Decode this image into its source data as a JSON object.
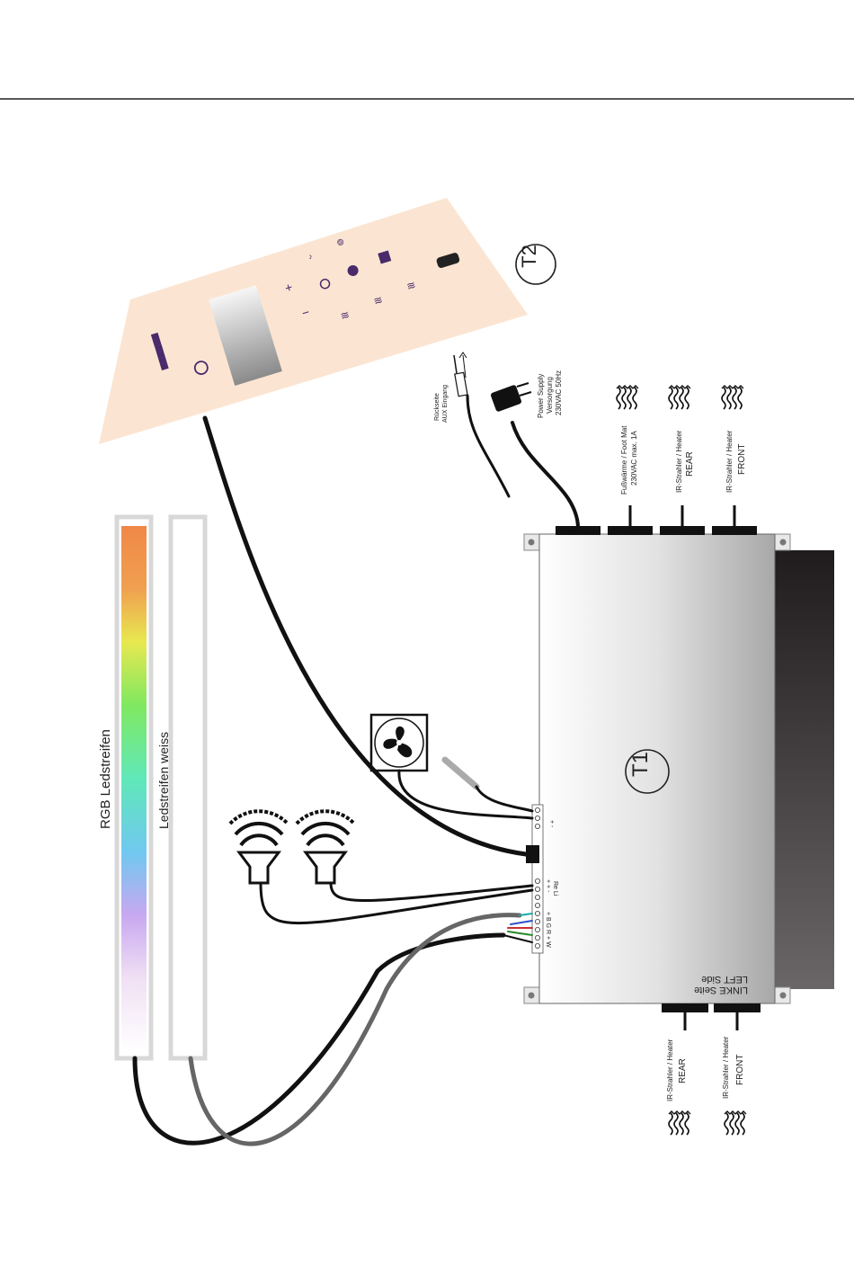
{
  "labels": {
    "t1": "T1",
    "t2": "T2",
    "left_side_1": "LINKE Seite",
    "left_side_2": "LEFT Side",
    "rgb_strip": "RGB Ledstreifen",
    "white_strip": "Ledstreifen weiss",
    "aux_1": "Rückseite",
    "aux_2": "AUX  Eingang",
    "power_1": "Power Supply",
    "power_2": "Versorgung",
    "power_3": "230VAC 50Hz",
    "footmat_1": "Fußwärme / Foot Mat",
    "footmat_2": "230VAC max. 1A",
    "heater_top_rear_1": "IR-Strahler / Heater",
    "heater_top_rear_2": "REAR",
    "heater_top_front_1": "IR-Strahler / Heater",
    "heater_top_front_2": "FRONT",
    "heater_bot_rear_1": "IR-Strahler / Heater",
    "heater_bot_rear_2": "REAR",
    "heater_bot_front_1": "IR-Strahler / Heater",
    "heater_bot_front_2": "FRONT",
    "term_fan": "+  -",
    "term_speaker": "+  +  -",
    "term_speaker_2": "Re  Li",
    "term_rgb": "+ B G R + W"
  },
  "colors": {
    "rgb_gradient": [
      "#f08848",
      "#f0c848",
      "#e8f050",
      "#80e860",
      "#60e8b0",
      "#70c8f0",
      "#c0a8f0",
      "#f0d8f0",
      "#ffffff"
    ],
    "cable_dark": "#222222",
    "cable_grey": "#666666",
    "panel_bg": "#fbe5d2",
    "panel_icons": "#4a2a6a",
    "box_shadow": "#2a2628"
  },
  "icons": [
    "fan-icon",
    "speaker-icon",
    "heater-icon",
    "power-plug-icon",
    "audio-jack-icon"
  ]
}
